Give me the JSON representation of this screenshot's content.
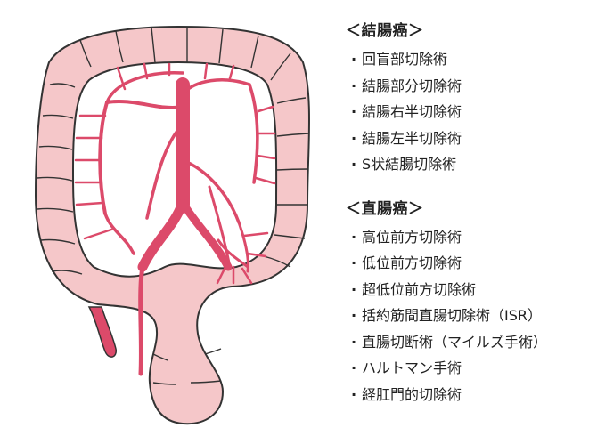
{
  "colon_cancer": {
    "heading": "＜結腸癌＞",
    "procedures": [
      "回盲部切除術",
      "結腸部分切除術",
      "結腸右半切除術",
      "結腸左半切除術",
      "S状結腸切除術"
    ]
  },
  "rectal_cancer": {
    "heading": "＜直腸癌＞",
    "procedures": [
      "高位前方切除術",
      "低位前方切除術",
      "超低位前方切除術",
      "括約筋間直腸切除術（ISR）",
      "直腸切断術（マイルズ手術）",
      "ハルトマン手術",
      "経肛門的切除術"
    ]
  },
  "colors": {
    "colon_fill": "#f5c7c9",
    "outline": "#333333",
    "vessel": "#dc4a6a"
  }
}
